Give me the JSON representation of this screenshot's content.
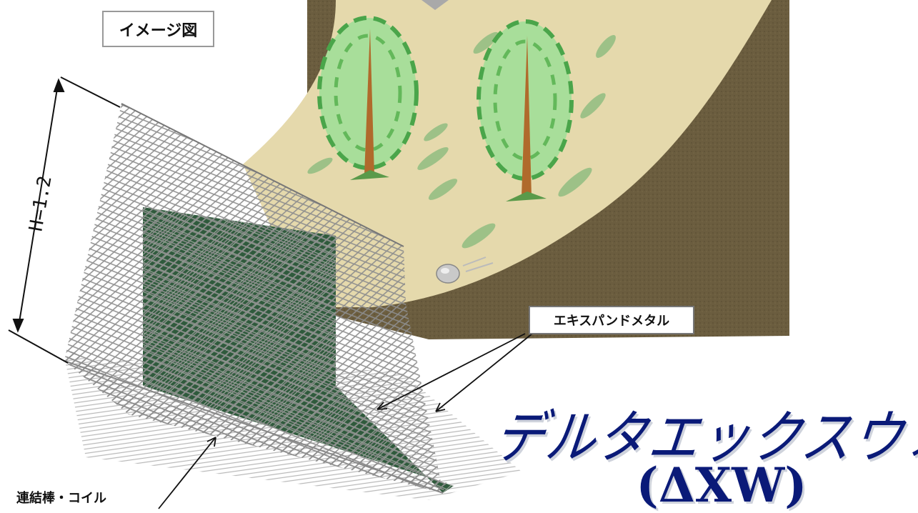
{
  "labels": {
    "image_label": "イメージ図",
    "expand_metal": "エキスパンドメタル",
    "connecting_rod": "連結棒・コイル",
    "height": "H=1.2"
  },
  "title": {
    "main": "デルタエックスウォール",
    "sub": "(ΔXW)"
  },
  "colors": {
    "title": "#0a1a78",
    "slope_sand": "#e3d7a8",
    "ground_dark": "#6a5c3d",
    "mesh_panel": "#2f5a3c",
    "mesh_wire": "#8a8a8a",
    "tree_green": "#7fcf6f",
    "tree_trunk": "#b06a2c"
  },
  "icons": [
    "tree-icon",
    "rock-icon",
    "dimension-arrow-icon",
    "leader-arrow-icon"
  ]
}
